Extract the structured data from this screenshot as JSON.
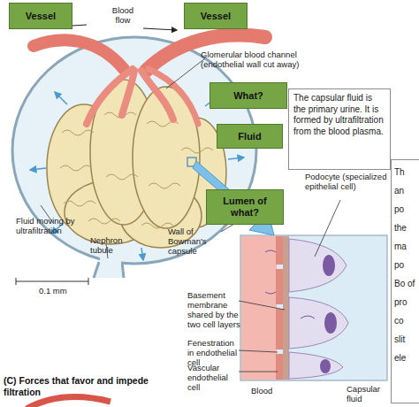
{
  "diagram": {
    "nodes": [
      {
        "text": [
          "Vessel"
        ]
      },
      {
        "text": [
          "Vessel"
        ]
      },
      {
        "text": [
          "What?"
        ]
      },
      {
        "text": [
          "The capsular fluid is the primary urine. It is formed by ultrafiltration from the blood plasma."
        ]
      },
      {
        "text": [
          "Fluid"
        ]
      },
      {
        "text": [
          "Lumen of what?"
        ]
      },
      {
        "text": [
          "Th an po the ma po Bo of pro co slit ele"
        ]
      }
    ],
    "labels": [
      "Blood flow",
      "Glomerular blood channel (endothelial wall cut away)",
      "Podocyte (specialized epithelial cell)",
      "Fluid moving by ultrafiltration",
      "Nephron tubule",
      "Wall of Bowman's capsule",
      "0.1 mm",
      "Basement membrane shared by the two cell layers",
      "Fenestration in endothelial cell",
      "Vascular endothelial cell",
      "Blood",
      "Capsular fluid",
      "(C) Forces that favor and impede filtration"
    ]
  }
}
